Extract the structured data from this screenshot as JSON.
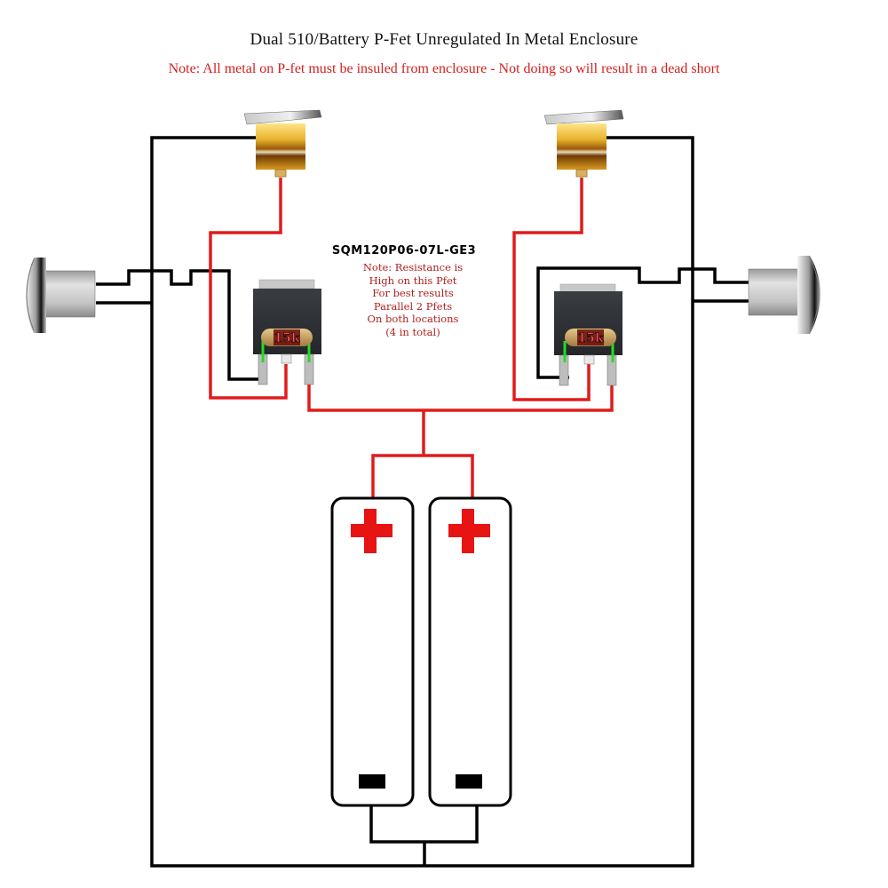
{
  "title": "Dual 510/Battery P-Fet Unregulated In Metal Enclosure",
  "warning": "Note: All metal on P-fet must be insuled from enclosure - Not doing so will result in a dead short",
  "mosfet": {
    "part_number": "SQM120P06-07L-GE3",
    "note_lines": [
      "Note: Resistance is",
      "High on this Pfet",
      "For best results",
      "Parallel 2 Pfets",
      "On both locations",
      "(4 in total)"
    ],
    "resistor_label_left": "15k",
    "resistor_label_right": "15k"
  },
  "components": {
    "switches": [
      "left-fire-switch",
      "right-fire-switch"
    ],
    "connectors_510": [
      "left-510-connector",
      "right-510-connector"
    ],
    "batteries": [
      {
        "positive_symbol": "+",
        "negative_symbol": "−"
      },
      {
        "positive_symbol": "+",
        "negative_symbol": "−"
      }
    ]
  },
  "colors": {
    "positive_wire": "#e01b1b",
    "negative_wire": "#000000",
    "gate_resistor_lead": "#22dd22",
    "title_text": "#111111",
    "warning_text": "#d32020"
  }
}
